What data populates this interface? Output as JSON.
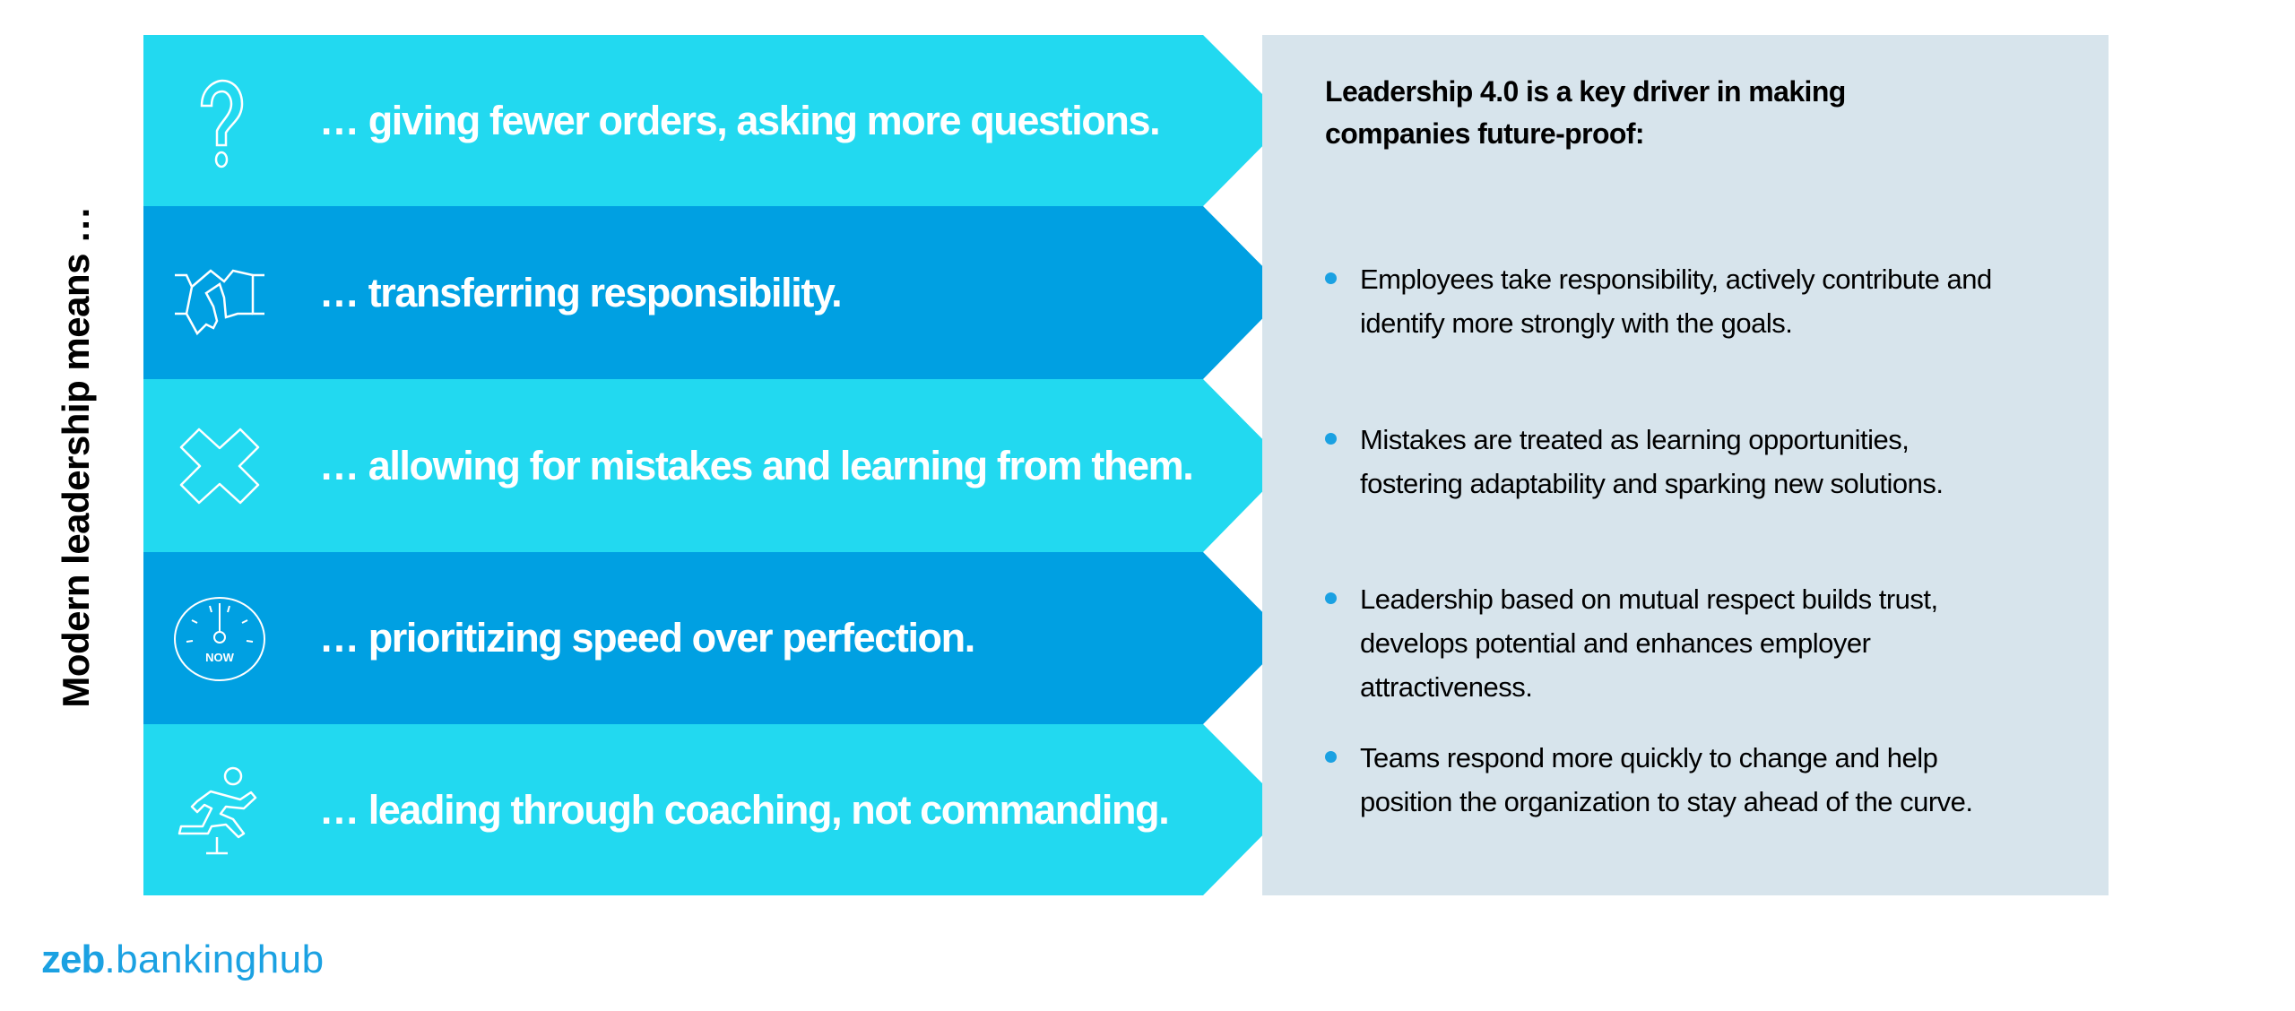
{
  "side_label": "Modern leadership means …",
  "items": [
    {
      "text": "… giving fewer orders, asking more questions.",
      "icon": "question-mark-icon"
    },
    {
      "text": "… transferring responsibility.",
      "icon": "handshake-icon"
    },
    {
      "text": "… allowing for mistakes and learning from them.",
      "icon": "x-cross-icon"
    },
    {
      "text": "… prioritizing speed over perfection.",
      "icon": "stopwatch-now-icon",
      "icon_label": "NOW"
    },
    {
      "text": "… leading through coaching, not commanding.",
      "icon": "runner-hurdle-icon"
    }
  ],
  "panel": {
    "title": "Leadership 4.0 is a key driver in making companies future-proof:",
    "bullets": [
      "Employees take responsibility, actively contribute and identify more strongly with the goals.",
      "Mistakes are treated as learning opportunities, fostering adaptability and sparking new solutions.",
      "Leadership based on mutual respect builds trust, develops potential and enhances employer attractiveness.",
      "Teams respond more quickly to change and help position the organization to stay ahead of the curve."
    ]
  },
  "logo": {
    "brand": "zeb",
    "product": ".bankinghub"
  },
  "colors": {
    "light": "#22d9f0",
    "dark": "#00a0e2",
    "panel": "#d7e4ec",
    "accent": "#1ba1e2"
  }
}
